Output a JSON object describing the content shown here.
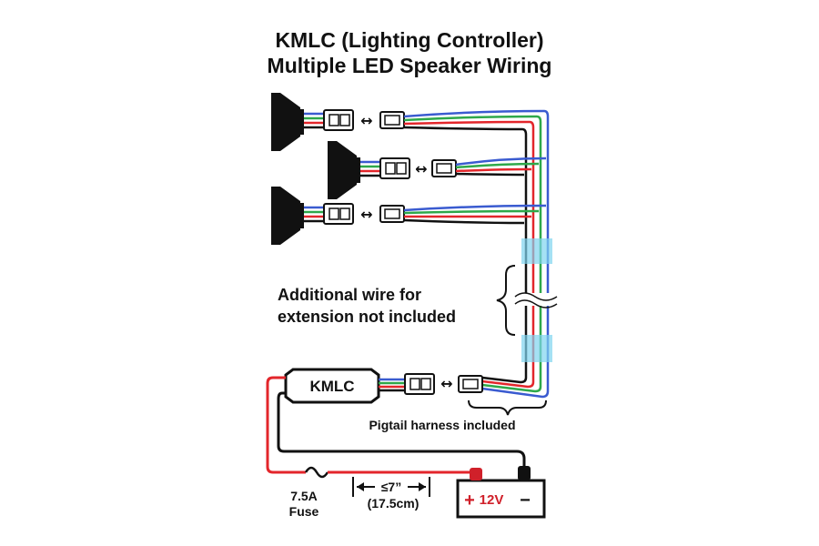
{
  "title": {
    "line1": "KMLC (Lighting Controller)",
    "line2": "Multiple LED Speaker Wiring"
  },
  "labels": {
    "extension_line1": "Additional wire for",
    "extension_line2": "extension not included",
    "pigtail": "Pigtail harness included",
    "controller": "KMLC",
    "fuse_line1": "7.5A",
    "fuse_line2": "Fuse",
    "distance_line1": "≤7”",
    "distance_line2": "(17.5cm)",
    "battery_positive": "12V",
    "battery_plus_symbol": "+",
    "battery_negative": "−",
    "connector_arrow": "↔"
  },
  "colors": {
    "wire_blue": "#3a5bd0",
    "wire_green": "#2ea84a",
    "wire_red": "#e3262b",
    "wire_black": "#111111",
    "extension_highlight": "#7fd4ef",
    "battery_positive": "#d0202a"
  },
  "components": {
    "speaker_count": 3,
    "icon_names": [
      "speaker-icon",
      "connector-male-icon",
      "connector-female-icon",
      "fuse-icon",
      "battery-icon",
      "brace-icon"
    ]
  }
}
